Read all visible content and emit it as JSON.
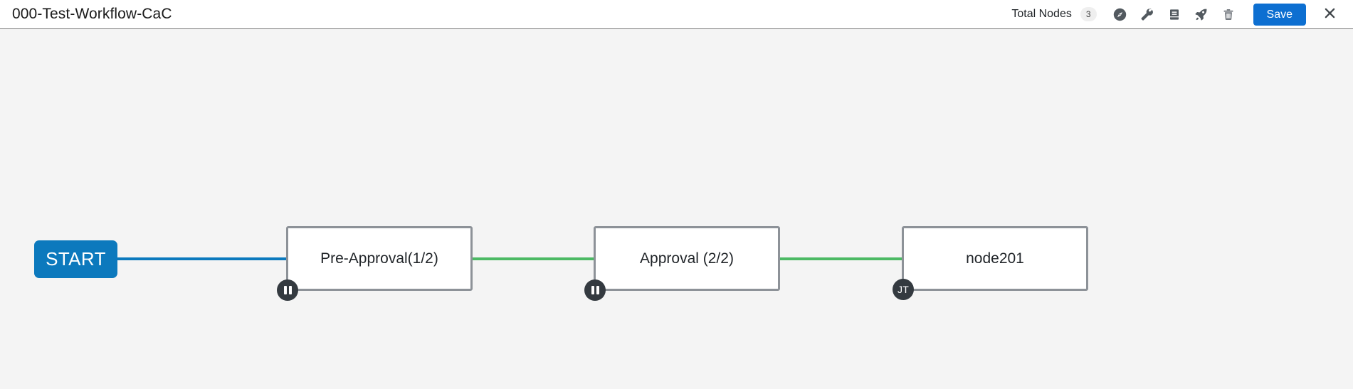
{
  "header": {
    "title": "000-Test-Workflow-CaC",
    "total_nodes_label": "Total Nodes",
    "total_nodes_count": "3",
    "tools": [
      {
        "name": "compass-icon",
        "title": "Navigate"
      },
      {
        "name": "wrench-icon",
        "title": "Settings"
      },
      {
        "name": "book-icon",
        "title": "Documentation"
      },
      {
        "name": "rocket-icon",
        "title": "Deploy"
      },
      {
        "name": "trash-icon",
        "title": "Delete"
      }
    ],
    "save_label": "Save",
    "close_label": "×"
  },
  "colors": {
    "accent_blue": "#0d6fd1",
    "start_node_blue": "#0c79bd",
    "edge_blue": "#0c79bd",
    "edge_green": "#4cb964",
    "node_border": "#8d9298",
    "badge_dark": "#343a40",
    "canvas_bg": "#f4f4f4",
    "header_bg": "#ffffff"
  },
  "canvas": {
    "nodes": [
      {
        "id": "start",
        "label": "START",
        "type": "start",
        "badge": null
      },
      {
        "id": "pre-approval",
        "label": "Pre-Approval(1/2)",
        "type": "task",
        "badge": {
          "kind": "pause",
          "text": ""
        }
      },
      {
        "id": "approval",
        "label": "Approval (2/2)",
        "type": "task",
        "badge": {
          "kind": "pause",
          "text": ""
        }
      },
      {
        "id": "node201",
        "label": "node201",
        "type": "task",
        "badge": {
          "kind": "initials",
          "text": "JT"
        }
      }
    ],
    "edges": [
      {
        "from": "start",
        "to": "pre-approval",
        "color": "#0c79bd"
      },
      {
        "from": "pre-approval",
        "to": "approval",
        "color": "#4cb964"
      },
      {
        "from": "approval",
        "to": "node201",
        "color": "#4cb964"
      }
    ]
  }
}
